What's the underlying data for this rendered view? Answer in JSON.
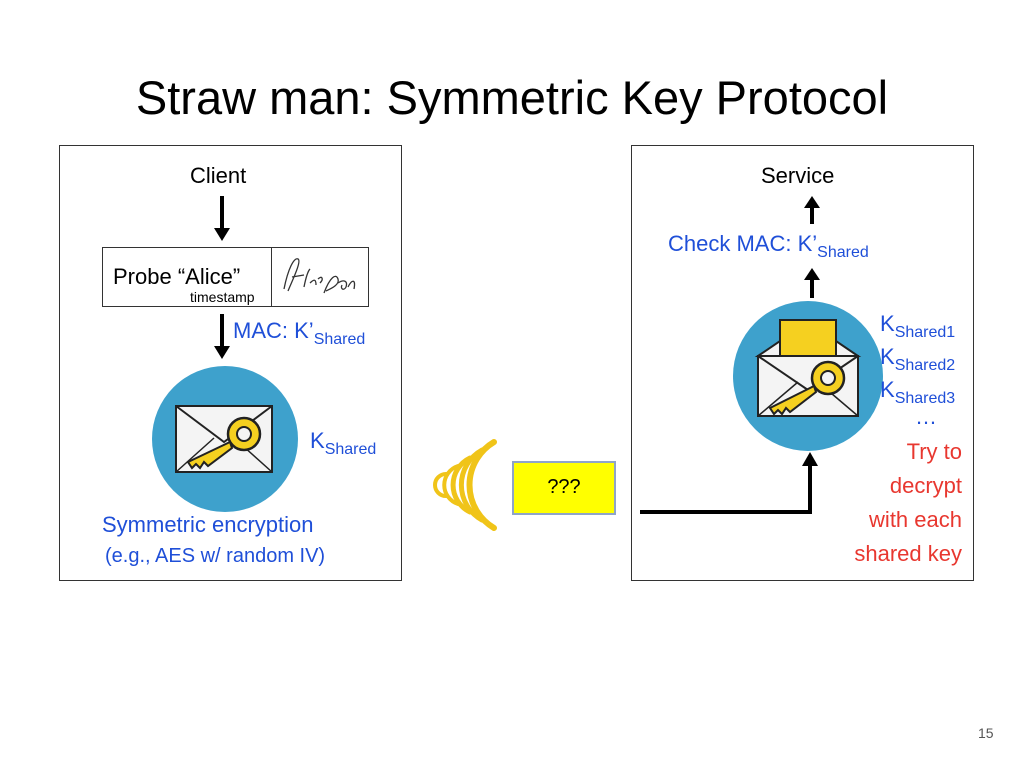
{
  "slide": {
    "title": "Straw man: Symmetric Key Protocol",
    "page_number": "15"
  },
  "client": {
    "label": "Client",
    "probe_text": "Probe “Alice”",
    "timestamp": "timestamp",
    "signature_text": "Alice Bob",
    "mac_prefix": "MAC:  K’",
    "mac_sub": "Shared",
    "key_prefix": "K",
    "key_sub": "Shared",
    "footer_line1": "Symmetric encryption",
    "footer_line2": "(e.g., AES w/ random IV)"
  },
  "channel": {
    "unknown_label": "???"
  },
  "service": {
    "label": "Service",
    "check_prefix": "Check MAC:     K’",
    "check_sub": "Shared",
    "keys": [
      {
        "base": "K",
        "sub": "Shared1"
      },
      {
        "base": "K",
        "sub": "Shared2"
      },
      {
        "base": "K",
        "sub": "Shared3"
      }
    ],
    "ellipsis": "…",
    "try_lines": [
      "Try to",
      "decrypt",
      "with each",
      "shared key"
    ]
  },
  "colors": {
    "blue_text": "#1f4fd8",
    "red_text": "#e8372f",
    "circle": "#3ea1cc",
    "question_box": "#ffff00",
    "signal": "#f0c419"
  }
}
